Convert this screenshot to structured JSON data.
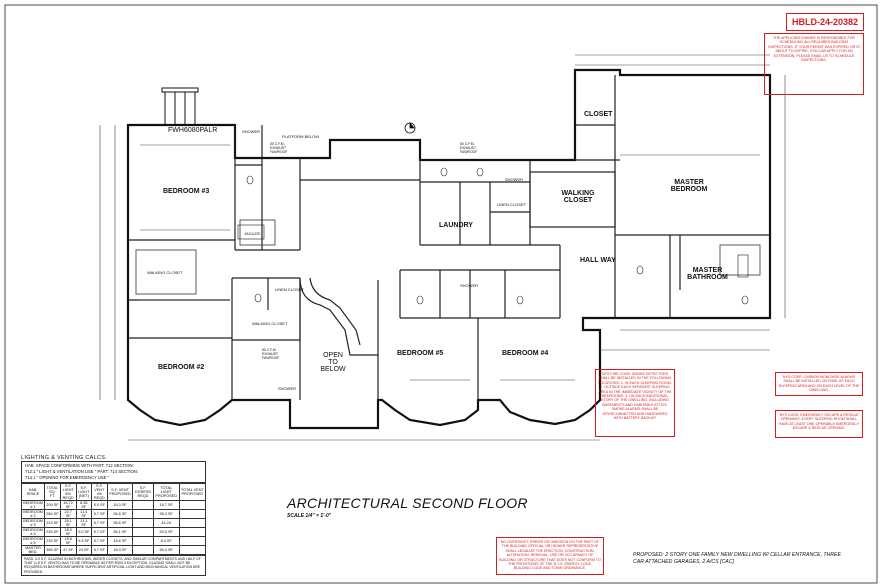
{
  "permit_number": "HBLD-24-20382",
  "drawing_title": "ARCHITECTURAL SECOND FLOOR",
  "scale": "SCALE 1/4\" = 1'-0\"",
  "window_label": "FWH6080PALR",
  "rooms": {
    "bedroom3": "BEDROOM #3",
    "bedroom2": "BEDROOM #2",
    "bedroom5": "BEDROOM #5",
    "bedroom4": "BEDROOM #4",
    "closet": "CLOSET",
    "walking_closet": "WALKING CLOSET",
    "master_bedroom": "MASTER BEDROOM",
    "laundry": "LAUNDRY",
    "hall_way": "HALL WAY",
    "master_bathroom": "MASTER BATHROOM",
    "open_to_below": "OPEN TO BELOW",
    "walking_closet_small": "WALKING CLOSET",
    "linen_closet": "LINEN CLOSET",
    "shower": "SHOWER",
    "jacuzzi": "JACUZZI",
    "platform_below": "PLATFORM BELOW",
    "exhaust": "50 C.F.M. EXHAUST FAN/ROOF"
  },
  "calcs": {
    "title": "LIGHTING & VENTING CALCS.",
    "line1": "HAB. SPACE CONFORMING WITH       PART: 712  SECTION:",
    "line2": "712.1 \" LIGHT & VENTILATION USE \"  PART: 714  SECTION:",
    "line3": "714.1 \" OPENING FOR EMERGENCY USE \"",
    "headers": [
      "HAB. SPACE",
      "TOTAL SQ. FT.",
      "S.F. LIGHT 8% REQD",
      "S.F. LIGHT (NET)",
      "S.F. VENT 4% REQD",
      "S.F. VENT PROPOSED",
      "S.F. EGRESS REQD",
      "TOTAL LIGHT PROPOSED",
      "TOTAL VENT PROPOSED"
    ],
    "rows": [
      [
        "BEDROOM # 1",
        "209 SF",
        "16.72 SF",
        "8.36 SF",
        "5.0 SF",
        "18.3 SF",
        "",
        "16.7 SF",
        ""
      ],
      [
        "BEDROOM # 2",
        "284 SF",
        "22.7 SF",
        "11.4 SF",
        "5.7 SF",
        "36.6 SF",
        "",
        "36.3 SF",
        ""
      ],
      [
        "BEDROOM # 3",
        "223 SF",
        "26.1 SF",
        "13.1 SF",
        "5.7 SF",
        "36.6 SF",
        "",
        "44.24",
        ""
      ],
      [
        "BEDROOM # 4",
        "226 SF",
        "18.0 SF",
        "9.0 SF",
        "5.7 SF",
        "36.1 SF",
        "",
        "53.5 SF",
        ""
      ],
      [
        "BEDROOM # 5",
        "233 SF",
        "18.6 SF",
        "9.3 SF",
        "5.7 SF",
        "18.6 SF",
        "",
        "8.4 SF",
        ""
      ],
      [
        "MASTER BED.",
        "365 SF",
        "47 SF",
        "24 SF",
        "5.7 SF",
        "18.3 SF",
        "",
        "55.4 SF",
        ""
      ]
    ],
    "footnote": "PASS, 3.0 S.F. GLAZING IN BATHROOMS, WATER CLOSETS, AND SIMILAR COMPARTMENTS AND HALF OF THAT (1.5 S.F. VENTS) HAS TO BE OPENABLE AS PER R303.3 EXCEPTION. GLAZING SHALL NOT BE REQUIRED IN BATHROOMS WHERE SUFFICIENT ARTIFICIAL LIGHT AND MECHANICAL VENTILATION ARE PROVIDED."
  },
  "notes": {
    "top_right": "THE APPLICANT/OWNER IS RESPONSIBLE FOR SCHEDULING ALL REQUIRED BUILDING INSPECTIONS. IF YOUR PERMIT HAS EXPIRED OR IS ABOUT TO EXPIRE, YOU CAN APPLY FOR AN EXTENSION. PLEASE EMAIL US TO SCHEDULE INSPECTIONS.",
    "smoke_detector": "NYS FIRE CODE: SMOKE DETECTORS SHALL BE INSTALLED IN THE FOLLOWING LOCATIONS: 1. IN EACH SLEEPING ROOM. 2. OUTSIDE EACH SEPARATE SLEEPING AREA IN THE IMMEDIATE VICINITY OF THE BEDROOMS. 3. ON EACH ADDITIONAL STORY OF THE DWELLING, INCLUDING BASEMENTS AND HABITABLE ATTICS. SMOKE ALARMS SHALL BE INTERCONNECTED AND HARDWIRED WITH BATTERY BACKUP.",
    "co_alarm": "NYS CODE: CARBON MONOXIDE ALARMS SHALL BE INSTALLED OUTSIDE OF EACH SLEEPING AREA AND ON EACH LEVEL OF THE DWELLING.",
    "emergency_opening": "NYS CODE: EMERGENCY ESCAPE & RESCUE OPENINGS: EVERY SLEEPING ROOM SHALL HAVE AT LEAST ONE OPERABLE EMERGENCY ESCAPE & RESCUE OPENING.",
    "oversight": "NO OVERSIGHT, ERROR OR OMISSION ON THE PART OF THE BUILDING OFFICIAL OR HIGHER REPRESENTATIVE SHALL LEGALIZE THE ERECTION, CONSTRUCTION, ALTERATION, REMOVAL, USE OR OCCUPANCY OF BUILDING OR STRUCTURE THAT DOES NOT CONFORM TO THE PROVISIONS OF THE N.Y.S. ENERGY CODE, BUILDING CODE AND TOWN ORDINANCE."
  },
  "proposed": "PROPOSED: 2 STORY ONE FAMILY NEW DWELLING W/ CELLAR ENTRANCE, THREE CAR ATTACHED GARAGES, 2 A/CS [CAC]"
}
